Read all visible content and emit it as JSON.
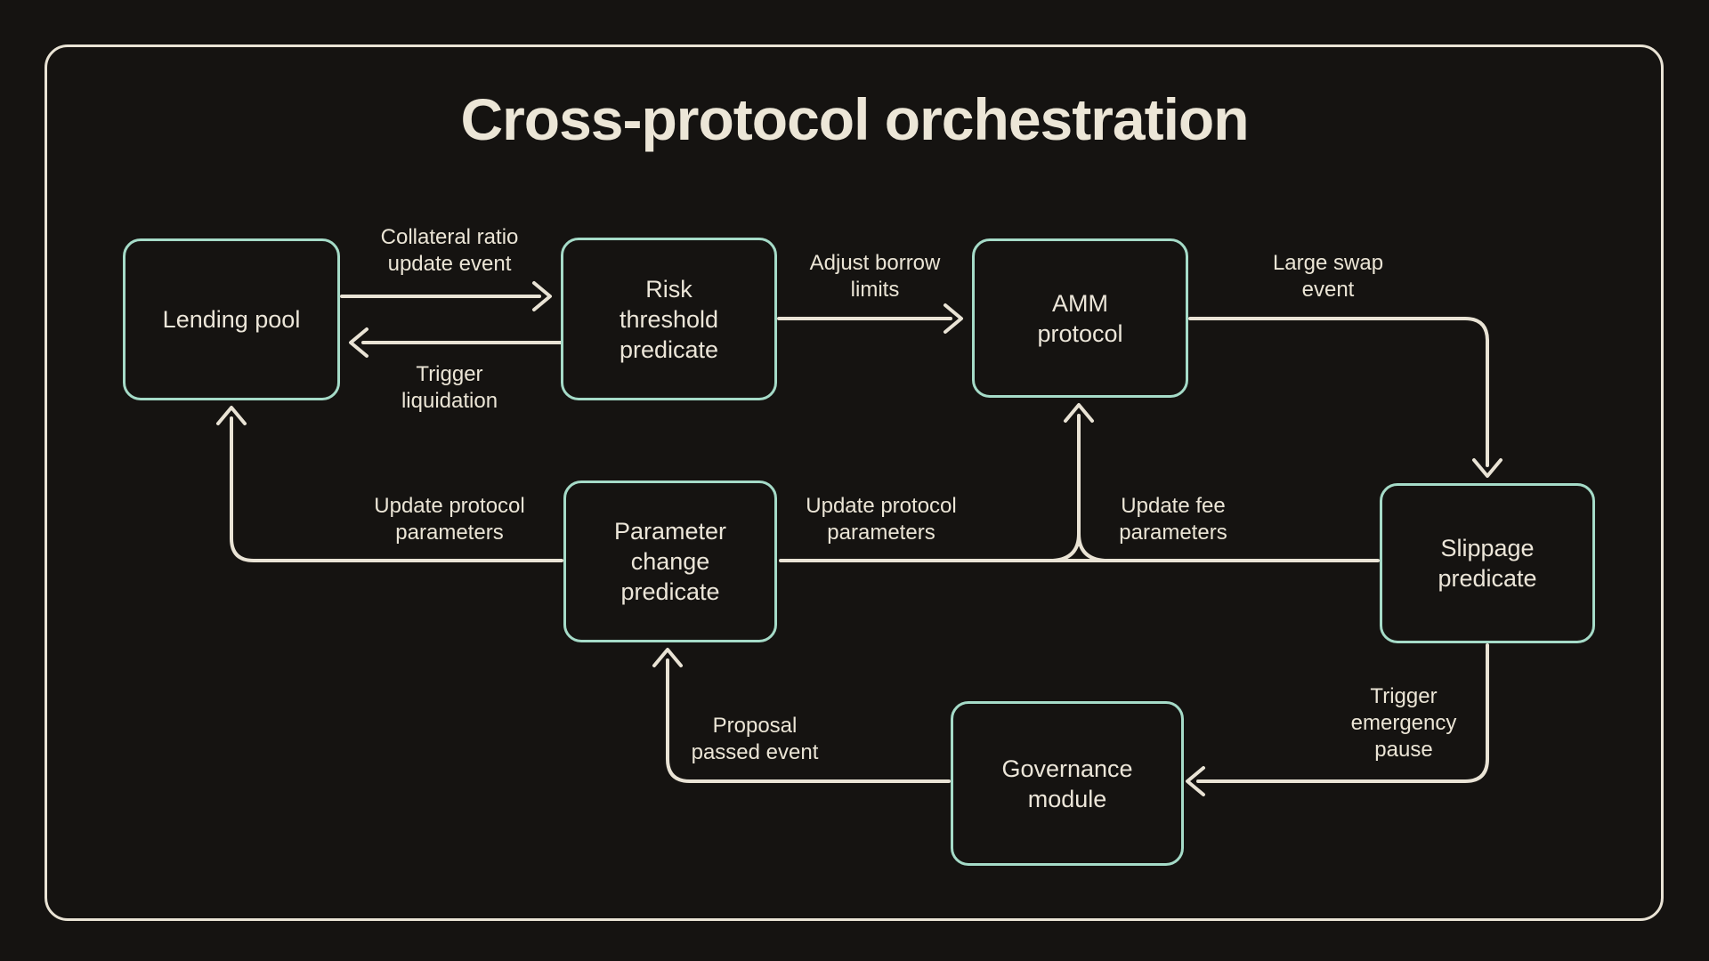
{
  "title": "Cross-protocol orchestration",
  "colors": {
    "background": "#151311",
    "frame": "#e9e3d5",
    "node_border_teal": "#a5dbc8",
    "connector_cream": "#e9e3d5",
    "text_cream": "#ece6d9"
  },
  "diagram": {
    "nodes": [
      {
        "id": "lending-pool",
        "label": "Lending pool"
      },
      {
        "id": "risk-threshold-predicate",
        "label": "Risk\nthreshold\npredicate"
      },
      {
        "id": "amm-protocol",
        "label": "AMM\nprotocol"
      },
      {
        "id": "parameter-change-predicate",
        "label": "Parameter\nchange\npredicate"
      },
      {
        "id": "slippage-predicate",
        "label": "Slippage\npredicate"
      },
      {
        "id": "governance-module",
        "label": "Governance\nmodule"
      }
    ],
    "edges": [
      {
        "id": "collateral-ratio-update-event",
        "from": "lending-pool",
        "to": "risk-threshold-predicate",
        "label": "Collateral ratio\nupdate event"
      },
      {
        "id": "trigger-liquidation",
        "from": "risk-threshold-predicate",
        "to": "lending-pool",
        "label": "Trigger\nliquidation"
      },
      {
        "id": "adjust-borrow-limits",
        "from": "risk-threshold-predicate",
        "to": "amm-protocol",
        "label": "Adjust borrow\nlimits"
      },
      {
        "id": "large-swap-event",
        "from": "amm-protocol",
        "to": "slippage-predicate",
        "label": "Large swap\nevent"
      },
      {
        "id": "update-protocol-parameters-to-lending-pool",
        "from": "parameter-change-predicate",
        "to": "lending-pool",
        "label": "Update protocol\nparameters"
      },
      {
        "id": "update-protocol-parameters-to-amm",
        "from": "parameter-change-predicate",
        "to": "amm-protocol",
        "label": "Update protocol\nparameters"
      },
      {
        "id": "update-fee-parameters",
        "from": "slippage-predicate",
        "to": "amm-protocol",
        "label": "Update fee\nparameters"
      },
      {
        "id": "proposal-passed-event",
        "from": "governance-module",
        "to": "parameter-change-predicate",
        "label": "Proposal\npassed event"
      },
      {
        "id": "trigger-emergency-pause",
        "from": "slippage-predicate",
        "to": "governance-module",
        "label": "Trigger\nemergency\npause"
      }
    ]
  }
}
